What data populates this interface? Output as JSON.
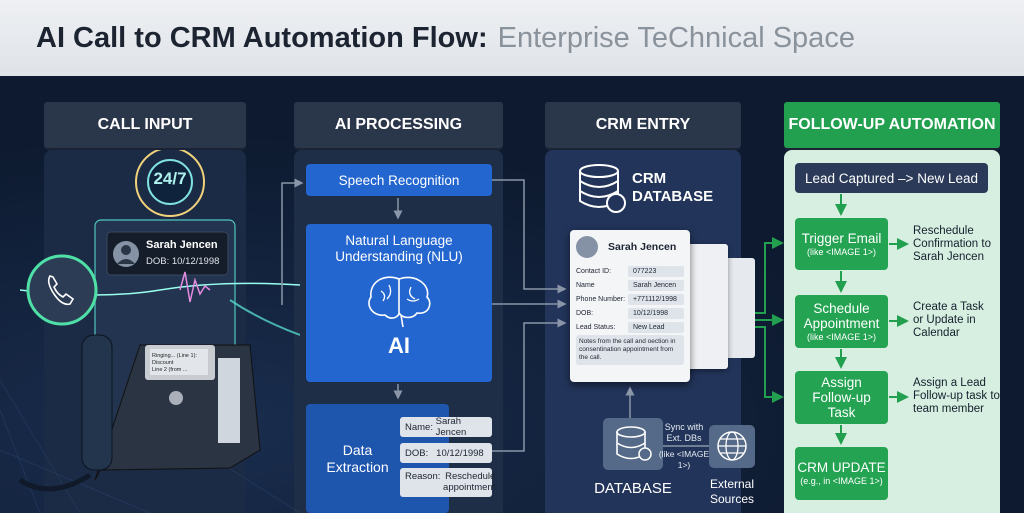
{
  "title": {
    "bold": "AI Call to CRM Automation Flow:",
    "normal": "Enterprise TeChnical Space"
  },
  "columns": {
    "call_input": {
      "header": "CALL INPUT",
      "clock_label": "24/7",
      "caller_name": "Sarah Jencen",
      "caller_dob": "DOB: 10/12/1998",
      "phone_screen": [
        "Ringing... (Line 1):",
        "Discount",
        "Line 2 (from ..."
      ]
    },
    "ai_processing": {
      "header": "AI PROCESSING",
      "speech": "Speech Recognition",
      "nlu": "Natural Language Understanding (NLU)",
      "ai_label": "AI",
      "extraction": "Data Extraction",
      "fields": [
        {
          "label": "Name:",
          "value": "Sarah Jencen"
        },
        {
          "label": "DOB:",
          "value": "10/12/1998"
        },
        {
          "label": "Reason:",
          "value": "Reschedule appointment"
        }
      ]
    },
    "crm_entry": {
      "header": "CRM ENTRY",
      "db_title_1": "CRM",
      "db_title_2": "DATABASE",
      "card_name": "Sarah Jencen",
      "rows": [
        {
          "k": "Contact ID:",
          "v": "077223"
        },
        {
          "k": "Name",
          "v": "Sarah Jencen"
        },
        {
          "k": "Phone Number:",
          "v": "+771112/1998"
        },
        {
          "k": "DOB:",
          "v": "10/12/1998"
        },
        {
          "k": "Lead Status:",
          "v": "New Lead"
        }
      ],
      "notes": "Notes from the call and oection in consentination appointment from the call.",
      "sync_1": "Sync with Ext. DBs",
      "sync_2": "(like <IMAGE 1>)",
      "database_label": "DATABASE",
      "external_label": "External Sources"
    },
    "follow_up": {
      "header": "FOLLOW-UP AUTOMATION",
      "lead": "Lead Captured –> New Lead",
      "steps": [
        {
          "title": "Trigger Email",
          "sub": "(like <IMAGE 1>)",
          "note": "Reschedule Confirmation to Sarah Jencen"
        },
        {
          "title": "Schedule Appointment",
          "sub": "(like <IMAGE 1>)",
          "note": "Create a Task or Update in Calendar"
        },
        {
          "title": "Assign Follow-up Task",
          "sub": "",
          "note": "Assign a Lead Follow-up task to team member"
        },
        {
          "title": "CRM UPDATE",
          "sub": "(e.g., in <IMAGE 1>)",
          "note": ""
        }
      ]
    }
  },
  "colors": {
    "background": "#0d1a2f",
    "ai_blue": "#2466cf",
    "green": "#24a352",
    "follow_panel": "#d6efe0"
  }
}
